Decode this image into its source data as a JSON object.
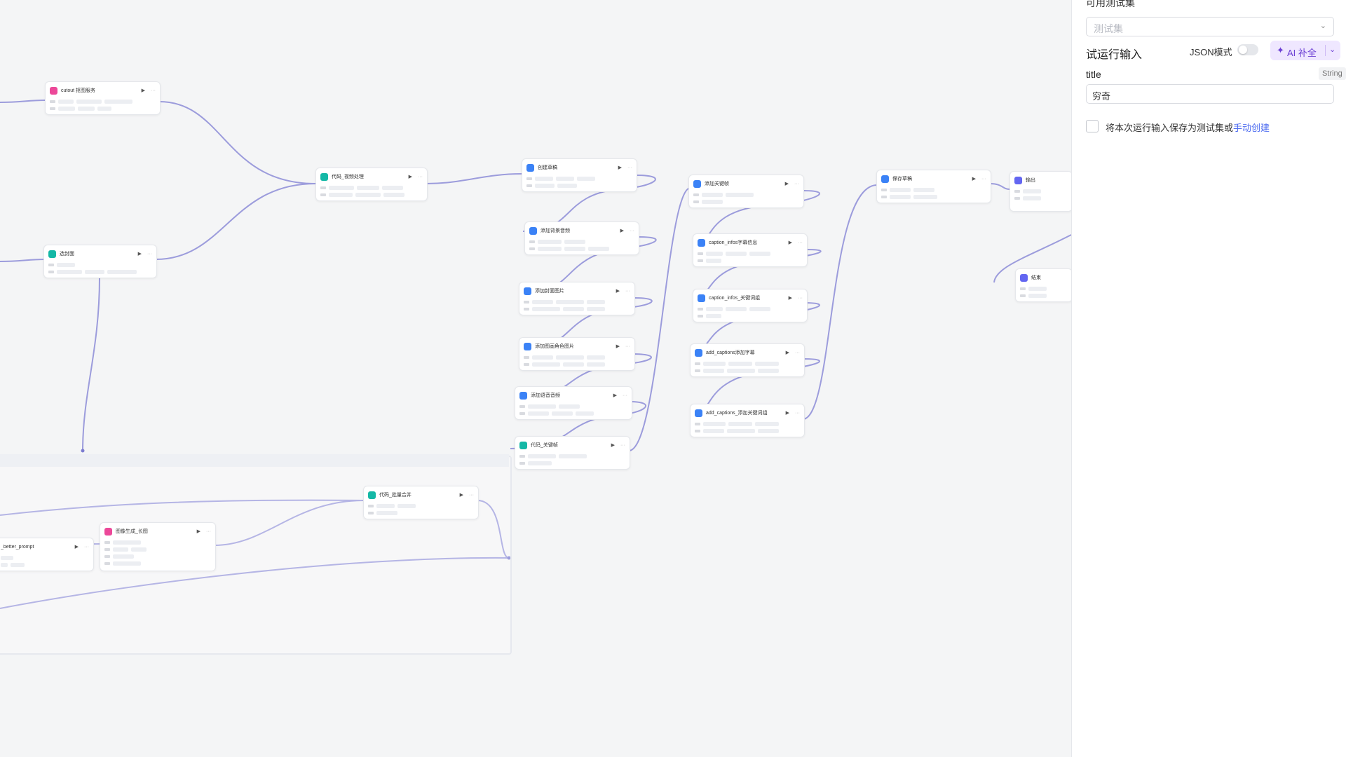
{
  "canvas": {
    "nodes": [
      {
        "id": "n1",
        "title": "cutout 抠图服务",
        "color": "pink"
      },
      {
        "id": "n2",
        "title": "代码_视频处理",
        "color": "teal"
      },
      {
        "id": "n3",
        "title": "选封面",
        "color": "teal"
      },
      {
        "id": "n4",
        "title": "创建草稿",
        "color": "blue"
      },
      {
        "id": "n5",
        "title": "添加背景音频",
        "color": "blue"
      },
      {
        "id": "n6",
        "title": "添加封面图片",
        "color": "blue"
      },
      {
        "id": "n7",
        "title": "添加图画角色图片",
        "color": "blue"
      },
      {
        "id": "n8",
        "title": "添加语音音频",
        "color": "blue"
      },
      {
        "id": "n9",
        "title": "代码_关键帧",
        "color": "teal"
      },
      {
        "id": "n10",
        "title": "添加关键帧",
        "color": "blue"
      },
      {
        "id": "n11",
        "title": "caption_infos字幕信息",
        "color": "blue"
      },
      {
        "id": "n12",
        "title": "caption_infos_关键词组",
        "color": "blue"
      },
      {
        "id": "n13",
        "title": "add_captions添加字幕",
        "color": "blue"
      },
      {
        "id": "n14",
        "title": "add_captions_添加关键词组",
        "color": "blue"
      },
      {
        "id": "n15",
        "title": "保存草稿",
        "color": "blue"
      },
      {
        "id": "n16",
        "title": "输出",
        "color": "indigo"
      },
      {
        "id": "n17",
        "title": "结束",
        "color": "indigo"
      },
      {
        "id": "n18",
        "title": "代码_批量合并",
        "color": "teal"
      },
      {
        "id": "n19",
        "title": "图像生成_长图",
        "color": "pink"
      },
      {
        "id": "n20",
        "title": "_better_prompt",
        "color": "purple"
      }
    ]
  },
  "panel": {
    "test_set_label": "可用测试集",
    "test_set_placeholder": "测试集",
    "trial_input_label": "试运行输入",
    "json_mode_label": "JSON模式",
    "ai_button_label": "AI 补全",
    "field_name": "title",
    "field_type": "String",
    "field_value": "穷奇",
    "save_text": "将本次运行输入保存为测试集或",
    "save_link": "手动创建"
  },
  "colors": {
    "accent": "#6b3fd4",
    "ai_bg": "#efe7ff",
    "edge": "#9c9cdc",
    "link": "#4f6df0"
  }
}
